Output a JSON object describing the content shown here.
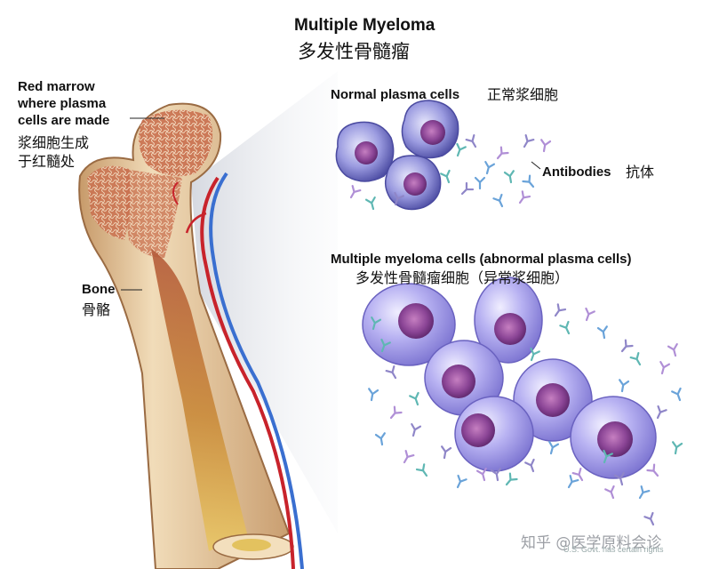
{
  "title": {
    "en": "Multiple Myeloma",
    "zh": "多发性骨髓瘤"
  },
  "labels": {
    "red_marrow": {
      "en": [
        "Red marrow",
        "where plasma",
        "cells are made"
      ],
      "zh": [
        "浆细胞生成",
        "于红髓处"
      ]
    },
    "bone": {
      "en": "Bone",
      "zh": "骨骼"
    },
    "normal_cells": {
      "en": "Normal plasma cells",
      "zh": "正常浆细胞"
    },
    "antibodies": {
      "en": "Antibodies",
      "zh": "抗体"
    },
    "myeloma_cells": {
      "en": "Multiple myeloma cells (abnormal plasma cells)",
      "zh": "多发性骨髓瘤细胞（异常浆细胞）"
    }
  },
  "credit": "U.S. Govt. has certain rights",
  "watermark": "知乎 @医学原料会诊",
  "colors": {
    "bone": "#ead2b0",
    "marrow": "#c76a4a",
    "normal_cell": "#8f8fd6",
    "myeloma_cell": "#a9a3ea",
    "nucleus": "#7a3f8e",
    "artery": "#c8232b",
    "vein": "#3a6fd0",
    "antibody_teal": "#5fb7b3",
    "antibody_purple": "#8f86c8"
  }
}
